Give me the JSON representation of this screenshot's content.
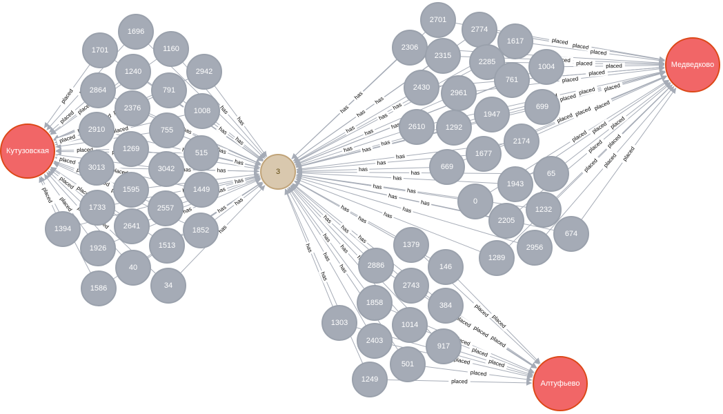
{
  "colors": {
    "node_default": "#a5abb6",
    "node_station": "#f16667",
    "node_hub": "#d9c8ae",
    "edge": "#a5abb6"
  },
  "hub": {
    "label": "3"
  },
  "stations": [
    {
      "key": "kutuzovskaya",
      "label": "Кутузовская"
    },
    {
      "key": "medvedkovo",
      "label": "Медведково"
    },
    {
      "key": "altufyevo",
      "label": "Алтуфьево"
    }
  ],
  "edge_types": {
    "has": "has",
    "placed": "placed"
  },
  "groups": [
    {
      "station": "kutuzovskaya",
      "nodes": [
        "1701",
        "1696",
        "1160",
        "2942",
        "1240",
        "791",
        "2864",
        "2376",
        "1008",
        "2910",
        "755",
        "1269",
        "515",
        "3013",
        "3042",
        "1595",
        "1449",
        "1733",
        "2557",
        "2641",
        "1852",
        "1394",
        "1926",
        "1513",
        "40",
        "1586",
        "34"
      ]
    },
    {
      "station": "medvedkovo",
      "nodes": [
        "2701",
        "2774",
        "2306",
        "2315",
        "1617",
        "2285",
        "1004",
        "2430",
        "2961",
        "761",
        "699",
        "1947",
        "2610",
        "1292",
        "2174",
        "1677",
        "669",
        "65",
        "1943",
        "0",
        "1232",
        "2205",
        "674",
        "2956",
        "1289"
      ]
    },
    {
      "station": "altufyevo",
      "nodes": [
        "1379",
        "146",
        "2886",
        "2743",
        "384",
        "1858",
        "1014",
        "1303",
        "2403",
        "917",
        "501",
        "1249"
      ]
    }
  ]
}
